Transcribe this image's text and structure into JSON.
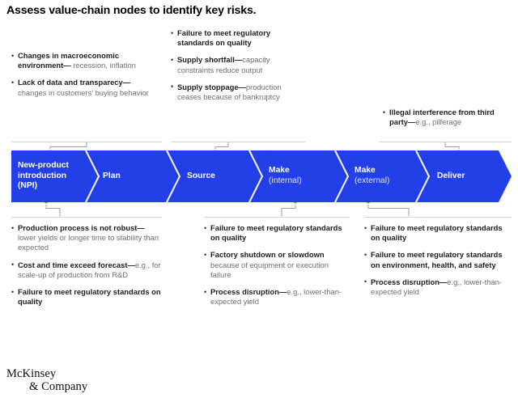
{
  "title": "Assess value-chain nodes to identify key risks.",
  "brand": {
    "line1": "McKinsey",
    "line2": "& Company",
    "accent_blue": "#2340e8",
    "connector_gray": "#9a9ea2",
    "rule_gray": "#d2d4d6",
    "body_gray": "#6a6f73",
    "heading_black": "#1d1d1d"
  },
  "chart_data": {
    "type": "diagram",
    "diagram_kind": "value-chain chevron process flow with annotated risk callouts",
    "title": "Assess value-chain nodes to identify key risks.",
    "stages": [
      {
        "id": "npi",
        "label": "New-product introduction (NPI)",
        "label_main": "New-product introduction",
        "label_sub": "(NPI)",
        "index": 1
      },
      {
        "id": "plan",
        "label": "Plan",
        "label_main": "Plan",
        "label_sub": "",
        "index": 2
      },
      {
        "id": "source",
        "label": "Source",
        "label_main": "Source",
        "label_sub": "",
        "index": 3
      },
      {
        "id": "make-internal",
        "label": "Make (internal)",
        "label_main": "Make",
        "label_sub": "(internal)",
        "index": 4
      },
      {
        "id": "make-external",
        "label": "Make (external)",
        "label_main": "Make",
        "label_sub": "(external)",
        "index": 5
      },
      {
        "id": "deliver",
        "label": "Deliver",
        "label_main": "Deliver",
        "label_sub": "",
        "index": 6
      }
    ],
    "callouts_above": [
      {
        "id": "above-npi",
        "attached_to": "npi",
        "risks": [
          {
            "head": "Changes in macroeconomic environment—",
            "tail": "recession, inflation"
          },
          {
            "head": "Lack of data and transparecy—",
            "tail": "changes in customers' buying behavior"
          }
        ]
      },
      {
        "id": "above-source",
        "attached_to": "source",
        "risks": [
          {
            "head": "Failure to meet regulatory standards on quality",
            "tail": ""
          },
          {
            "head": "Supply shortfall—",
            "tail": "capacity constraints reduce output"
          },
          {
            "head": "Supply stoppage—",
            "tail": "production ceases because of bankruptcy"
          }
        ]
      },
      {
        "id": "above-deliver",
        "attached_to": "deliver",
        "risks": [
          {
            "head": "Illegal interference from third party—",
            "tail": "e.g., pilferage"
          }
        ]
      }
    ],
    "callouts_below": [
      {
        "id": "below-npi",
        "attached_to": "npi",
        "risks": [
          {
            "head": "Production process is not robust—",
            "tail": "lower yields or longer time to stability than expected"
          },
          {
            "head": "Cost and time exceed forecast—",
            "tail": "e.g., for scale-up of production from R&D"
          },
          {
            "head": "Failure to meet regulatory standards on quality",
            "tail": ""
          }
        ]
      },
      {
        "id": "below-make-internal",
        "attached_to": "make-internal",
        "risks": [
          {
            "head": "Failure to meet regulatory standards on quality",
            "tail": ""
          },
          {
            "head": "Factory shutdown or slowdown ",
            "tail": "because of equipment or execution failure"
          },
          {
            "head": "Process disruption—",
            "tail": "e.g., lower-than-expected yield"
          }
        ]
      },
      {
        "id": "below-make-external",
        "attached_to": "make-external",
        "risks": [
          {
            "head": "Failure to meet regulatory standards on quality",
            "tail": ""
          },
          {
            "head": "Failure to meet regulatory standards on environment, health, and safety",
            "tail": ""
          },
          {
            "head": "Process disruption—",
            "tail": "e.g., lower-than-expected yield"
          }
        ]
      }
    ]
  },
  "notes": {
    "n1": {
      "b1_head": "Changes in macroeconomic environment—",
      "b1_tail": " recession, inflation",
      "b2_head": "Lack of data and transparecy—",
      "b2_tail": "changes in customers' buying behavior"
    },
    "n2": {
      "b1_head": "Failure to meet regulatory standards on quality",
      "b1_tail": "",
      "b2_head": "Supply shortfall—",
      "b2_tail": "capacity constraints reduce output",
      "b3_head": "Supply stoppage—",
      "b3_tail": "production ceases because of bankruptcy"
    },
    "n3": {
      "b1_head": "Illegal interference from third party—",
      "b1_tail": "e.g., pilferage"
    },
    "n4": {
      "b1_head": "Production process is not robust—",
      "b1_tail": "lower yields or longer time to stability than expected",
      "b2_head": "Cost and time exceed forecast—",
      "b2_tail": "e.g., for scale-up of production from R&D",
      "b3_head": "Failure to meet regulatory standards on quality",
      "b3_tail": ""
    },
    "n5": {
      "b1_head": "Failure to meet regulatory standards on quality",
      "b1_tail": "",
      "b2_head": "Factory shutdown or slowdown ",
      "b2_tail": "because of equipment or execution failure",
      "b3_head": "Process disruption—",
      "b3_tail": "e.g., lower-than-expected yield"
    },
    "n6": {
      "b1_head": "Failure to meet regulatory standards on quality",
      "b1_tail": "",
      "b2_head": "Failure to meet regulatory standards on environment, health, and safety",
      "b2_tail": "",
      "b3_head": "Process disruption—",
      "b3_tail": "e.g., lower-than-expected yield"
    }
  },
  "band": {
    "s1_main": "New-product introduction",
    "s1_sub": "(NPI)",
    "s2_main": "Plan",
    "s3_main": "Source",
    "s4_main": "Make",
    "s4_sub": "(internal)",
    "s5_main": "Make",
    "s5_sub": "(external)",
    "s6_main": "Deliver"
  }
}
